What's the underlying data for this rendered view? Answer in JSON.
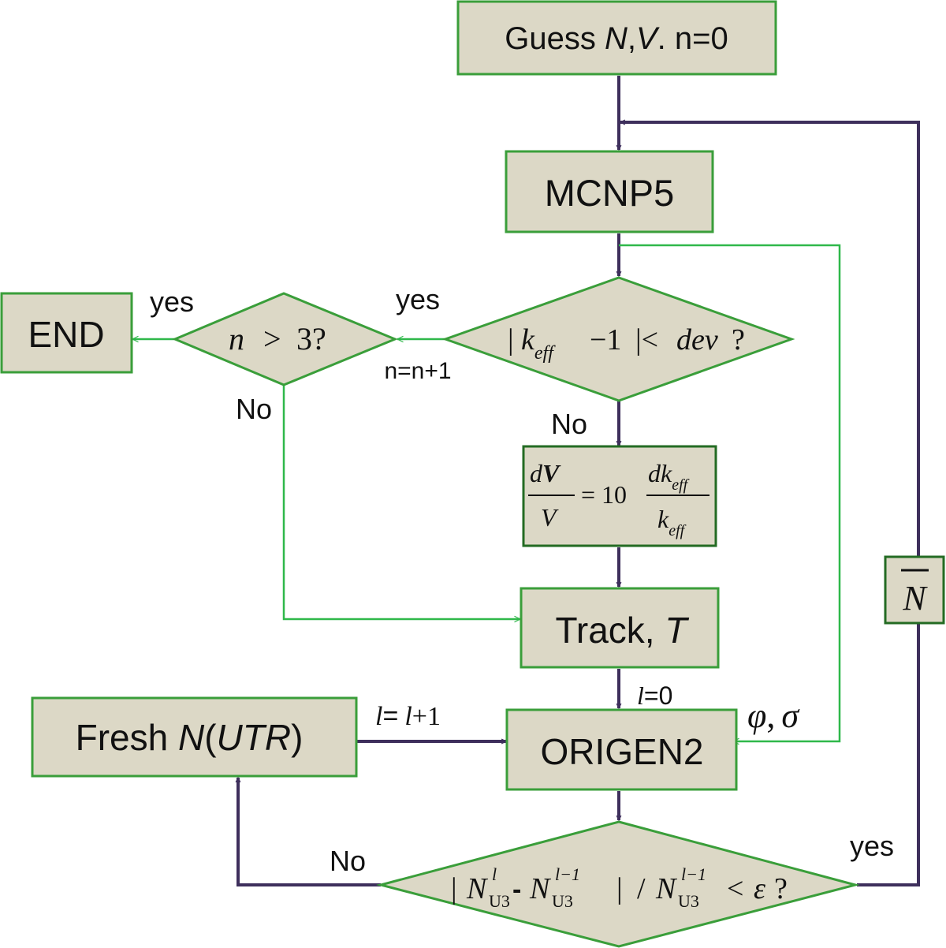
{
  "nodes": {
    "guess": {
      "label": "Guess N,V. n=0",
      "prefix": "Guess ",
      "var_n": "N",
      "comma": ",",
      "var_v": "V",
      "suffix": ". n=0"
    },
    "mcnp5": {
      "label": "MCNP5"
    },
    "end": {
      "label": "END"
    },
    "keff_check": {
      "label": "| keff − 1 |< dev ?"
    },
    "n_check": {
      "label": "n > 3?"
    },
    "volume_update": {
      "label": "dV/V = 10 dkeff/keff"
    },
    "track": {
      "label": "Track, T",
      "prefix": "Track, ",
      "var_t": "T"
    },
    "origen2": {
      "label": "ORIGEN2"
    },
    "fresh": {
      "label": "Fresh N(UTR)",
      "prefix": "Fresh ",
      "var_n": "N",
      "open": "(",
      "var_utr": "UTR",
      "close": ")"
    },
    "n_bar": {
      "label": "N̄",
      "symbol": "N"
    },
    "u3_check": {
      "label": "| N^l_U3 - N^(l−1)_U3 | / N^(l−1)_U3 < ε?"
    }
  },
  "edge_labels": {
    "yes_end": "yes",
    "yes_keff": "yes",
    "n_increment": "n=n+1",
    "no_n": "No",
    "no_keff": "No",
    "l_zero": "l=0",
    "l_increment": "l= l+1",
    "phi_sigma": "φ, σ",
    "no_u3": "No",
    "yes_u3": "yes"
  },
  "math": {
    "keff_bar1": "|",
    "keff_k": "k",
    "keff_sub": "eff",
    "keff_minus1": "−1",
    "keff_lt": "|<",
    "keff_dev": "dev",
    "keff_q": "?",
    "n_n": "n",
    "n_gt": ">",
    "n_3q": "3?",
    "dv_num_d": "d",
    "dv_num_v": "V",
    "dv_den": "V",
    "dv_eq": "= 10",
    "dk_num_dk": "dk",
    "dk_sub": "eff",
    "dk_den_k": "k",
    "dk_den_sub": "eff",
    "l_var": "l",
    "l_eq": "=0",
    "li_l1": "l",
    "li_eq": "=",
    "li_l2": "l",
    "li_plus": "+1",
    "phi": "φ",
    "comma": ",",
    "sigma": "σ",
    "u3_bar1": "|",
    "u3_n1": "N",
    "u3_sup1": "l",
    "u3_sub1": "U3",
    "u3_minus": "-",
    "u3_n2": "N",
    "u3_sup2": "l−1",
    "u3_sub2": "U3",
    "u3_bar2": "|",
    "u3_slash": "/",
    "u3_n3": "N",
    "u3_sup3": "l−1",
    "u3_sub3": "U3",
    "u3_lt": "<",
    "u3_eps": "ε",
    "u3_q": "?"
  },
  "colors": {
    "box_fill": "#dcd8c6",
    "box_border": "#3a9e3a",
    "main_flow": "#3e2f5c",
    "data_flow": "#2fb84a",
    "text": "#111111"
  }
}
